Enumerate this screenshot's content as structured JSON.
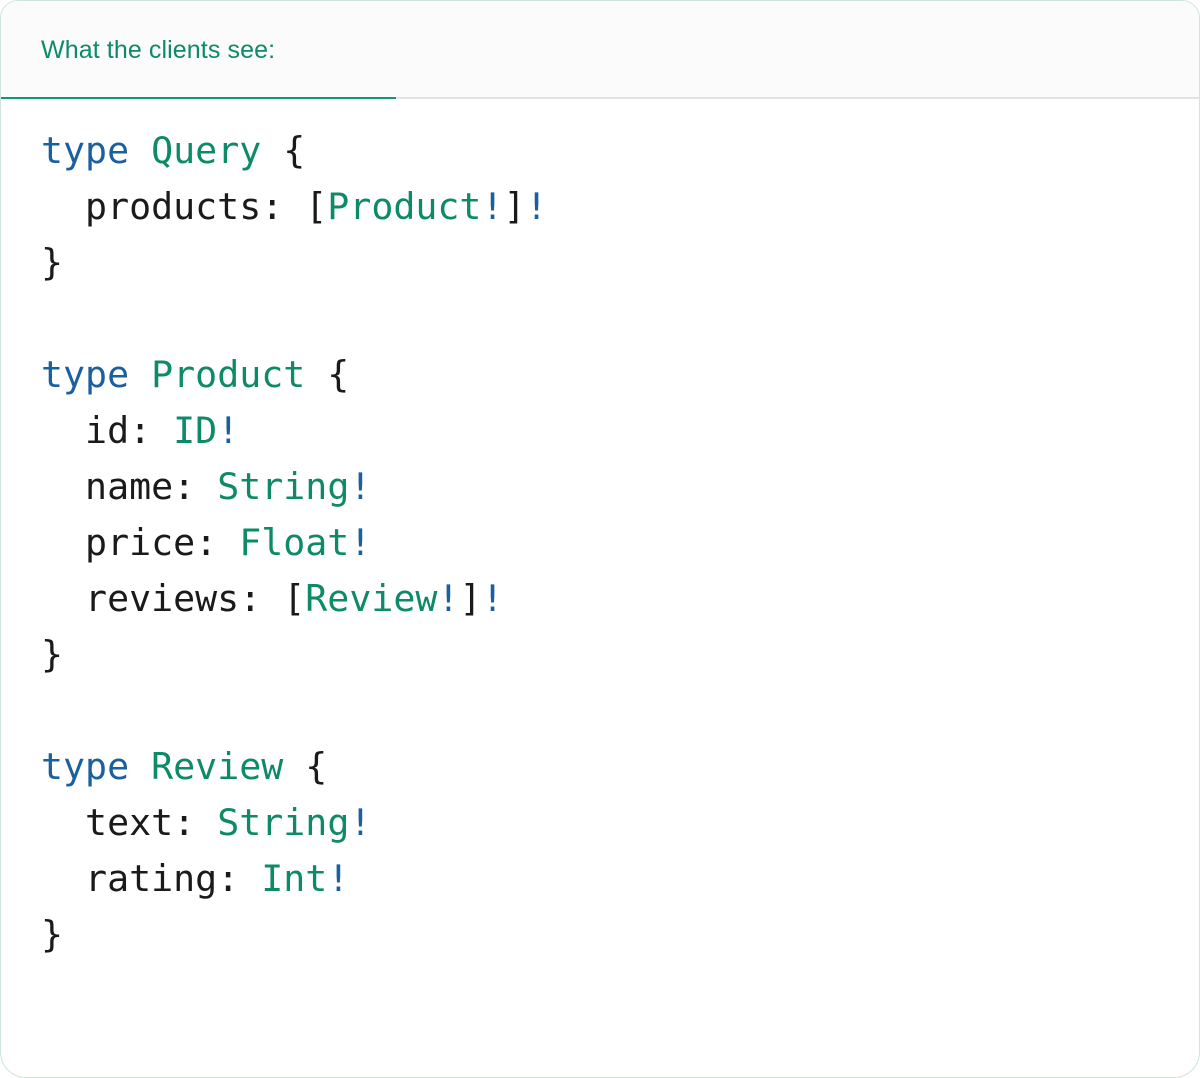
{
  "card": {
    "border_color": "#cfe4da",
    "background": "#ffffff"
  },
  "tabbar": {
    "background": "#fbfbfb",
    "divider_color": "#e3e3e5",
    "active_tab": {
      "label": "What the clients see:",
      "color": "#0d8a68",
      "underline_color": "#0d9a74"
    }
  },
  "syntax": {
    "keyword_color": "#1a5f9e",
    "typename_color": "#0d8a68",
    "bang_color": "#1a5f9e",
    "punctuation_color": "#1a1a1a",
    "field_color": "#1a1a1a"
  },
  "code": {
    "language": "graphql",
    "raw": "type Query {\n  products: [Product!]!\n}\n\ntype Product {\n  id: ID!\n  name: String!\n  price: Float!\n  reviews: [Review!]!\n}\n\ntype Review {\n  text: String!\n  rating: Int!\n}",
    "lines": [
      {
        "indent": "",
        "kw": "type",
        "name": "Query",
        "brace": "{"
      },
      {
        "indent": "  ",
        "field": "products:",
        "open": " [",
        "type": "Product",
        "bang1": "!",
        "close": "]",
        "bang2": "!"
      },
      {
        "brace": "}"
      },
      {
        "blank": true
      },
      {
        "indent": "",
        "kw": "type",
        "name": "Product",
        "brace": "{"
      },
      {
        "indent": "  ",
        "field": "id:",
        "type": "ID",
        "bang1": "!"
      },
      {
        "indent": "  ",
        "field": "name:",
        "type": "String",
        "bang1": "!"
      },
      {
        "indent": "  ",
        "field": "price:",
        "type": "Float",
        "bang1": "!"
      },
      {
        "indent": "  ",
        "field": "reviews:",
        "open": " [",
        "type": "Review",
        "bang1": "!",
        "close": "]",
        "bang2": "!"
      },
      {
        "brace": "}"
      },
      {
        "blank": true
      },
      {
        "indent": "",
        "kw": "type",
        "name": "Review",
        "brace": "{"
      },
      {
        "indent": "  ",
        "field": "text:",
        "type": "String",
        "bang1": "!"
      },
      {
        "indent": "  ",
        "field": "rating:",
        "type": "Int",
        "bang1": "!"
      },
      {
        "brace": "}"
      }
    ],
    "text": {
      "l1_kw": "type",
      "l1_name": "Query",
      "l1_brace": " {",
      "l2_indent": "  ",
      "l2_field": "products:",
      "l2_open": " [",
      "l2_type": "Product",
      "l2_bang1": "!",
      "l2_close": "]",
      "l2_bang2": "!",
      "l3_brace": "}",
      "l5_kw": "type",
      "l5_name": "Product",
      "l5_brace": " {",
      "l6_indent": "  ",
      "l6_field": "id:",
      "l6_space": " ",
      "l6_type": "ID",
      "l6_bang": "!",
      "l7_indent": "  ",
      "l7_field": "name:",
      "l7_space": " ",
      "l7_type": "String",
      "l7_bang": "!",
      "l8_indent": "  ",
      "l8_field": "price:",
      "l8_space": " ",
      "l8_type": "Float",
      "l8_bang": "!",
      "l9_indent": "  ",
      "l9_field": "reviews:",
      "l9_open": " [",
      "l9_type": "Review",
      "l9_bang1": "!",
      "l9_close": "]",
      "l9_bang2": "!",
      "l10_brace": "}",
      "l12_kw": "type",
      "l12_name": "Review",
      "l12_brace": " {",
      "l13_indent": "  ",
      "l13_field": "text:",
      "l13_space": " ",
      "l13_type": "String",
      "l13_bang": "!",
      "l14_indent": "  ",
      "l14_field": "rating:",
      "l14_space": " ",
      "l14_type": "Int",
      "l14_bang": "!",
      "l15_brace": "}",
      "kw_space": " "
    }
  }
}
